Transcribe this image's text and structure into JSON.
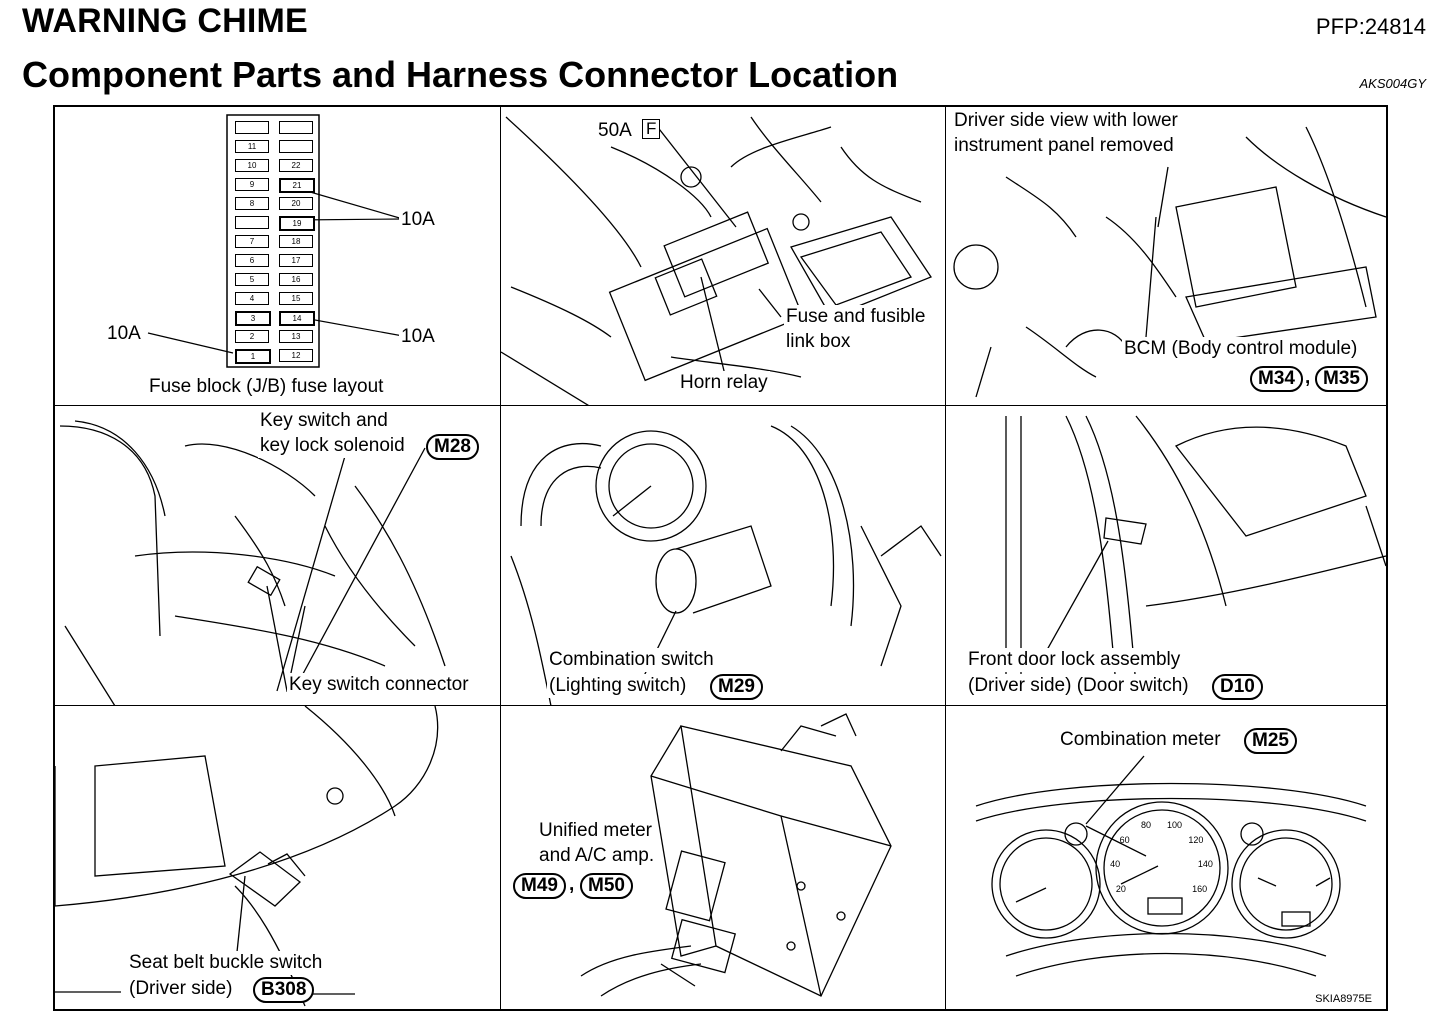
{
  "header": {
    "title": "WARNING CHIME",
    "pfp": "PFP:24814",
    "subtitle": "Component Parts and Harness Connector Location",
    "doc_code": "AKS004GY"
  },
  "panels": {
    "fuse_block": {
      "caption": "Fuse block (J/B) fuse layout",
      "label_10a_upper": "10A",
      "label_10a_left": "10A",
      "label_10a_right": "10A",
      "left_column": [
        "",
        "11",
        "10",
        "9",
        "8",
        "",
        "7",
        "6",
        "5",
        "4",
        "3",
        "2",
        "1"
      ],
      "right_column": [
        "",
        "",
        "22",
        "21",
        "20",
        "19",
        "18",
        "17",
        "16",
        "15",
        "14",
        "13",
        "12"
      ]
    },
    "engine_room": {
      "fuse_label": "50A",
      "fuse_box_letter": "F",
      "fuse_box_label_1": "Fuse and fusible",
      "fuse_box_label_2": "link box",
      "horn_relay": "Horn relay"
    },
    "bcm": {
      "view_line_1": "Driver side view with lower",
      "view_line_2": "instrument panel removed",
      "bcm_label": "BCM (Body control module)",
      "connector_1": "M34",
      "separator": ",",
      "connector_2": "M35"
    },
    "key_switch": {
      "label_1": "Key switch and",
      "label_2": "key lock solenoid",
      "connector": "M28",
      "connector_label": "Key switch connector"
    },
    "combination_switch": {
      "label_1": "Combination switch",
      "label_2": "(Lighting switch)",
      "connector": "M29"
    },
    "front_door": {
      "label_1": "Front door lock assembly",
      "label_2": "(Driver side) (Door switch)",
      "connector": "D10"
    },
    "seat_belt": {
      "label_1": "Seat belt buckle switch",
      "label_2": "(Driver side)",
      "connector": "B308"
    },
    "unified_meter": {
      "label_1": "Unified meter",
      "label_2": "and A/C amp.",
      "connector_1": "M49",
      "separator": ",",
      "connector_2": "M50"
    },
    "combination_meter": {
      "label": "Combination meter",
      "connector": "M25",
      "speed_ticks": [
        "20",
        "40",
        "60",
        "80",
        "100",
        "120",
        "140",
        "160"
      ]
    }
  },
  "figure_code": "SKIA8975E"
}
